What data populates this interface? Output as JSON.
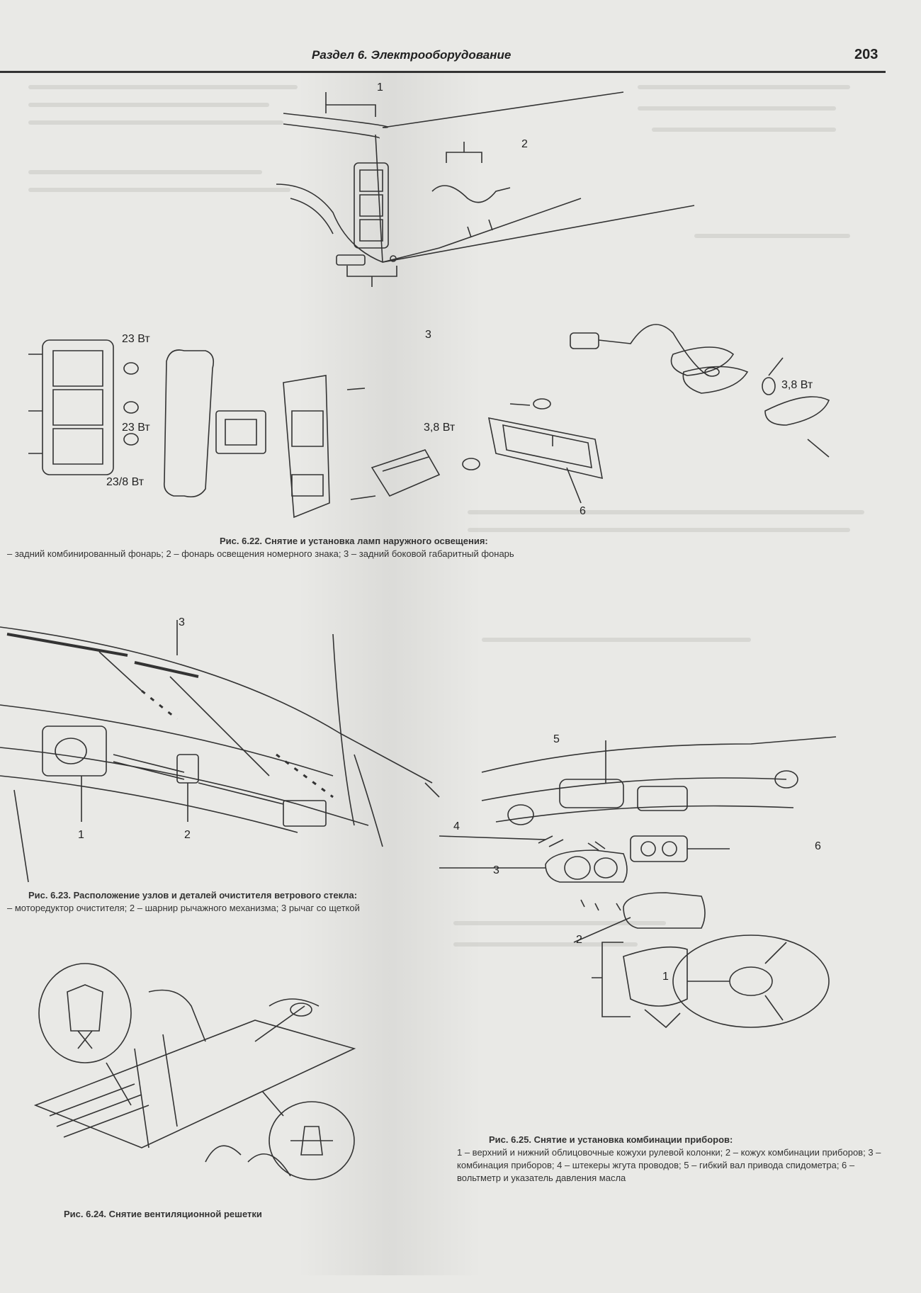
{
  "header": {
    "section": "Раздел 6. Электрооборудование",
    "page_number": "203"
  },
  "figures": {
    "fig_6_22": {
      "callouts": [
        "1",
        "2",
        "3",
        "6"
      ],
      "bulb_labels": [
        "23 Вт",
        "23 Вт",
        "23/8 Вт",
        "3,8 Вт",
        "3,8 Вт"
      ],
      "title": "Рис. 6.22. Снятие и установка ламп наружного освещения:",
      "legend": "– задний комбинированный фонарь; 2 – фонарь освещения номерного знака; 3 – задний боковой габаритный фонарь"
    },
    "fig_6_23": {
      "callouts": [
        "1",
        "2",
        "3"
      ],
      "title": "Рис. 6.23. Расположение узлов и деталей очистителя ветрового стекла:",
      "legend": "– моторедуктор очистителя; 2 – шарнир рычажного механизма; 3 рычаг со щеткой"
    },
    "fig_6_24": {
      "title": "Рис. 6.24. Снятие вентиляционной решетки"
    },
    "fig_6_25": {
      "callouts": [
        "5",
        "4",
        "3",
        "6",
        "2",
        "1"
      ],
      "title": "Рис. 6.25. Снятие и установка комбинации приборов:",
      "legend": "1 – верхний и нижний облицовочные кожухи рулевой колонки; 2 – кожух комбинации приборов; 3 – комбинация приборов; 4 – штекеры жгута проводов; 5 – гибкий вал привода спидометра; 6 – вольтметр и указатель давления масла"
    }
  }
}
